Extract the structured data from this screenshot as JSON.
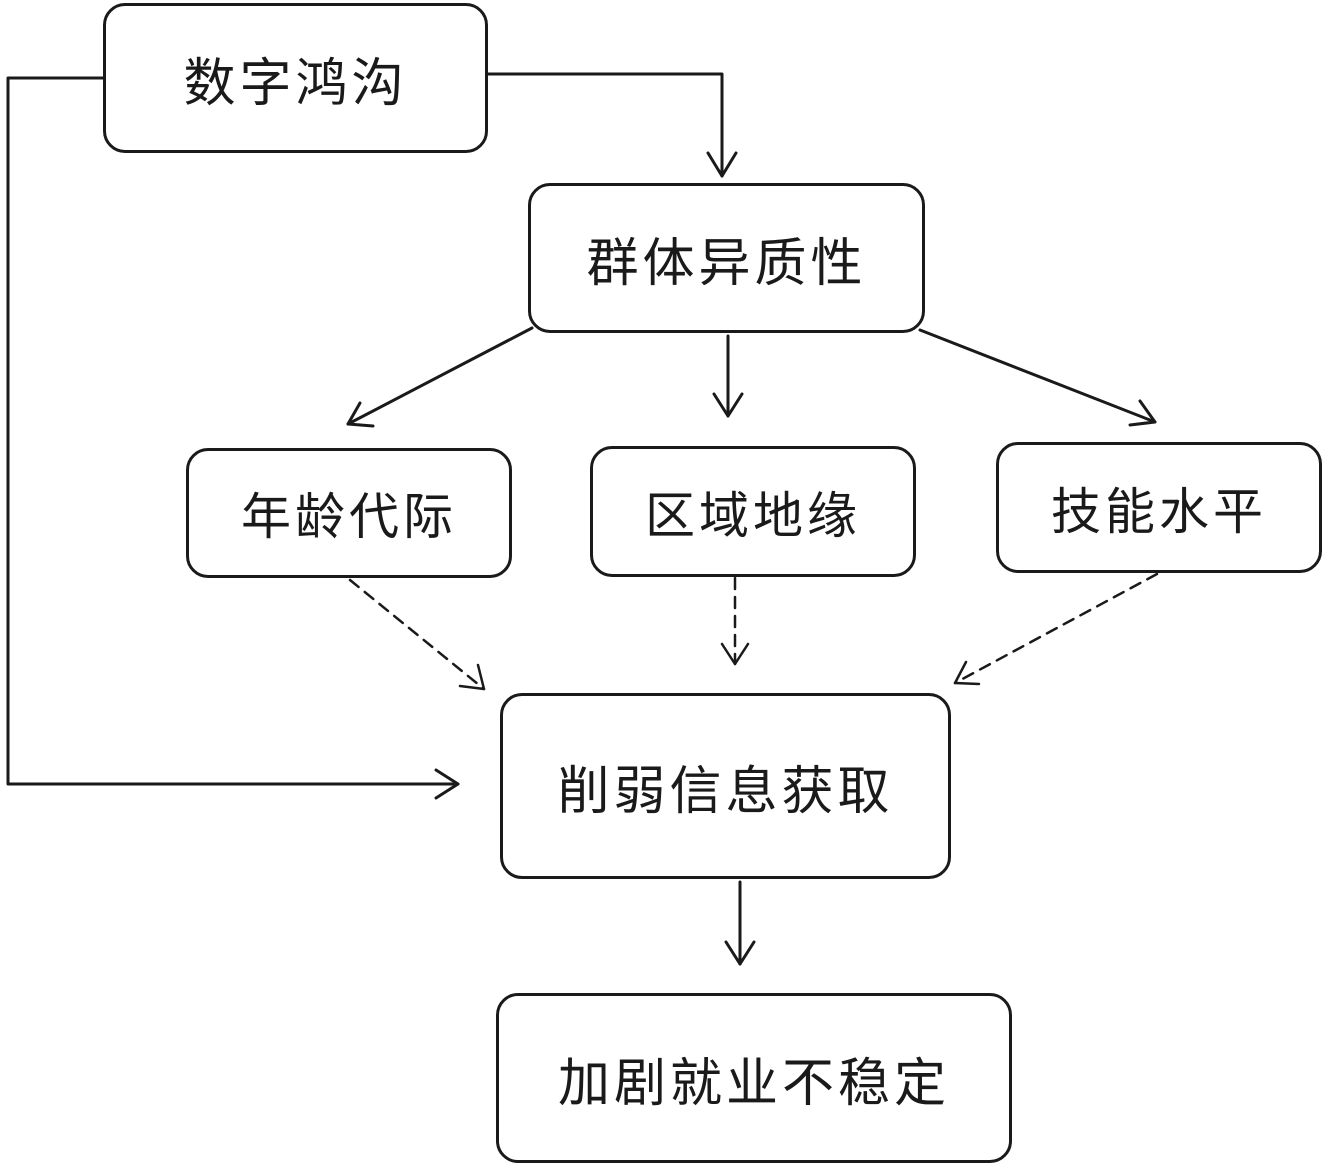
{
  "nodes": {
    "digital_divide": "数字鸿沟",
    "group_heterogeneity": "群体异质性",
    "age_generation": "年龄代际",
    "regional_geography": "区域地缘",
    "skill_level": "技能水平",
    "weaken_information_access": "削弱信息获取",
    "aggravate_employment_instability": "加剧就业不稳定"
  },
  "edges": [
    {
      "from": "digital_divide",
      "to": "group_heterogeneity",
      "style": "solid"
    },
    {
      "from": "digital_divide",
      "to": "weaken_information_access",
      "style": "solid"
    },
    {
      "from": "group_heterogeneity",
      "to": "age_generation",
      "style": "solid"
    },
    {
      "from": "group_heterogeneity",
      "to": "regional_geography",
      "style": "solid"
    },
    {
      "from": "group_heterogeneity",
      "to": "skill_level",
      "style": "solid"
    },
    {
      "from": "age_generation",
      "to": "weaken_information_access",
      "style": "dashed"
    },
    {
      "from": "regional_geography",
      "to": "weaken_information_access",
      "style": "dashed"
    },
    {
      "from": "skill_level",
      "to": "weaken_information_access",
      "style": "dashed"
    },
    {
      "from": "weaken_information_access",
      "to": "aggravate_employment_instability",
      "style": "solid"
    }
  ],
  "colors": {
    "stroke": "#1a1a1a",
    "background": "#ffffff"
  }
}
